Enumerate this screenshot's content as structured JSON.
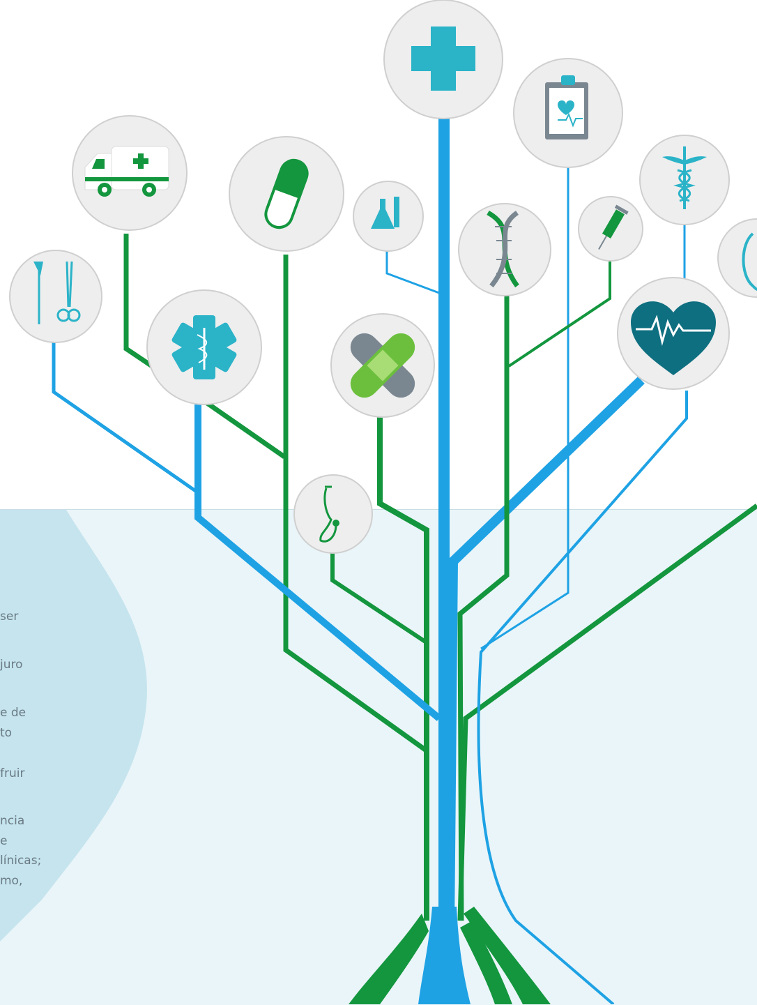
{
  "colors": {
    "blue": "#1ea2e4",
    "green": "#13963e",
    "teal": "#2bb3c8",
    "dark_teal": "#0e6f80",
    "circle_fill": "#eeeeee",
    "panel": "#eaf5f9",
    "panel_wave": "#c5e4ee",
    "text": "#6b7b84"
  },
  "icons": [
    "cross-icon",
    "clipboard-heart-icon",
    "caduceus-icon",
    "stethoscope-icon",
    "ambulance-icon",
    "pill-icon",
    "flask-icon",
    "dna-icon",
    "syringe-icon",
    "surgical-tools-icon",
    "star-of-life-icon",
    "bandage-icon",
    "heart-pulse-icon",
    "stethoscope-small-icon"
  ],
  "text_fragments": [
    "ser",
    "juro",
    "e de",
    "to",
    "fruir",
    "ncia",
    "e",
    "línicas;",
    "mo,"
  ]
}
